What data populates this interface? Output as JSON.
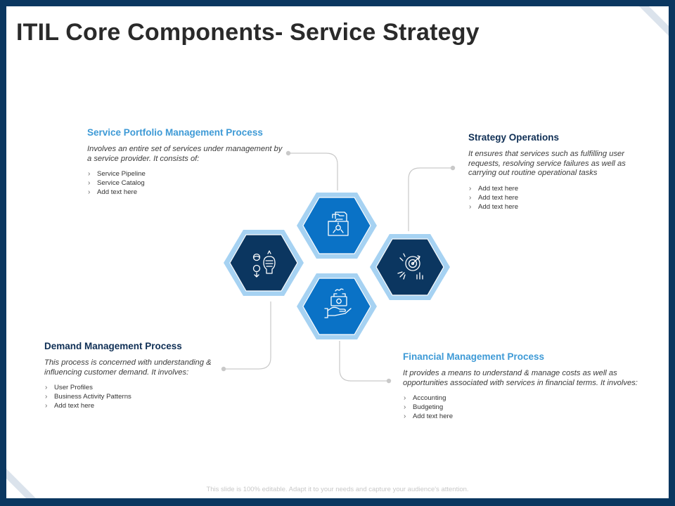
{
  "slide": {
    "title": "ITIL Core Components- Service Strategy",
    "footer": "This slide is 100% editable. Adapt it to your needs and capture your audience's attention."
  },
  "blocks": {
    "portfolio": {
      "heading": "Service Portfolio Management Process",
      "description": "Involves an entire set of services under management by a service provider. It consists of:",
      "items": [
        "Service Pipeline",
        "Service Catalog",
        "Add text here"
      ]
    },
    "operations": {
      "heading": "Strategy Operations",
      "description": "It ensures that services such as fulfilling user requests, resolving service failures as well as carrying out routine operational tasks",
      "items": [
        "Add text here",
        "Add text here",
        "Add text here"
      ]
    },
    "demand": {
      "heading": "Demand Management Process",
      "description": "This process is concerned with understanding & influencing customer demand. It involves:",
      "items": [
        "User Profiles",
        "Business Activity Patterns",
        "Add text here"
      ]
    },
    "financial": {
      "heading": "Financial Management Process",
      "description": "It provides a means to understand & manage costs as well as opportunities associated with services in financial terms. It involves:",
      "items": [
        "Accounting",
        "Budgeting",
        "Add text here"
      ]
    }
  },
  "icons": {
    "top": "folder-documents-icon",
    "left": "people-idea-icon",
    "right": "target-rocket-icon",
    "bottom": "money-hand-icon"
  },
  "colors": {
    "frame": "#0b3760",
    "hex_light": "#0a72c6",
    "hex_dark": "#0b3660",
    "hex_ring": "#a6d2f2",
    "heading_light": "#3e9ad6",
    "heading_dark": "#0f2f55"
  }
}
